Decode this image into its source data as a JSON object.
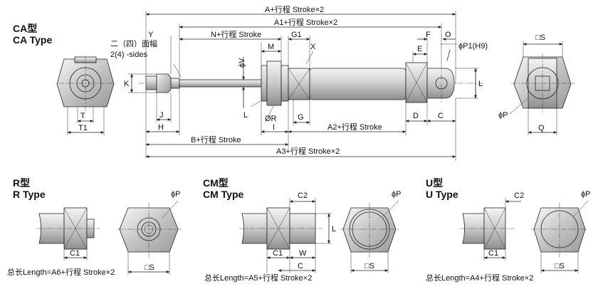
{
  "types": {
    "ca_cn": "CA型",
    "ca_en": "CA Type",
    "r_cn": "R型",
    "r_en": "R Type",
    "cm_cn": "CM型",
    "cm_en": "CM Type",
    "u_cn": "U型",
    "u_en": "U Type"
  },
  "dims": {
    "a": "A+行程 Stroke×2",
    "a1": "A1+行程 Stroke×2",
    "n": "N+行程 Stroke",
    "a2": "A2+行程 Stroke",
    "b": "B+行程 Stroke",
    "a3": "A3+行程 Stroke×2",
    "y": "Y",
    "g1": "G1",
    "f": "F",
    "o": "O",
    "e": "E",
    "m": "M",
    "x": "X",
    "phi_v": "ϕV",
    "k": "K",
    "side_note_1": "二（四）面幅",
    "side_note_2": "2(4) -sides",
    "p1": "ϕP1(H9)",
    "l": "L",
    "phi_r": "ØR",
    "g": "G",
    "i": "I",
    "d": "D",
    "c": "C",
    "j": "J",
    "h": "H",
    "t": "T",
    "t1": "T1",
    "sq_s": "□S",
    "phi_p": "ϕP",
    "q": "Q",
    "c1": "C1",
    "c2": "C2",
    "w": "W"
  },
  "totals": {
    "r": "总长Length=A6+行程 Stroke×2",
    "cm": "总长Length=A5+行程 Stroke×2",
    "u": "总长Length=A4+行程 Stroke×2"
  }
}
